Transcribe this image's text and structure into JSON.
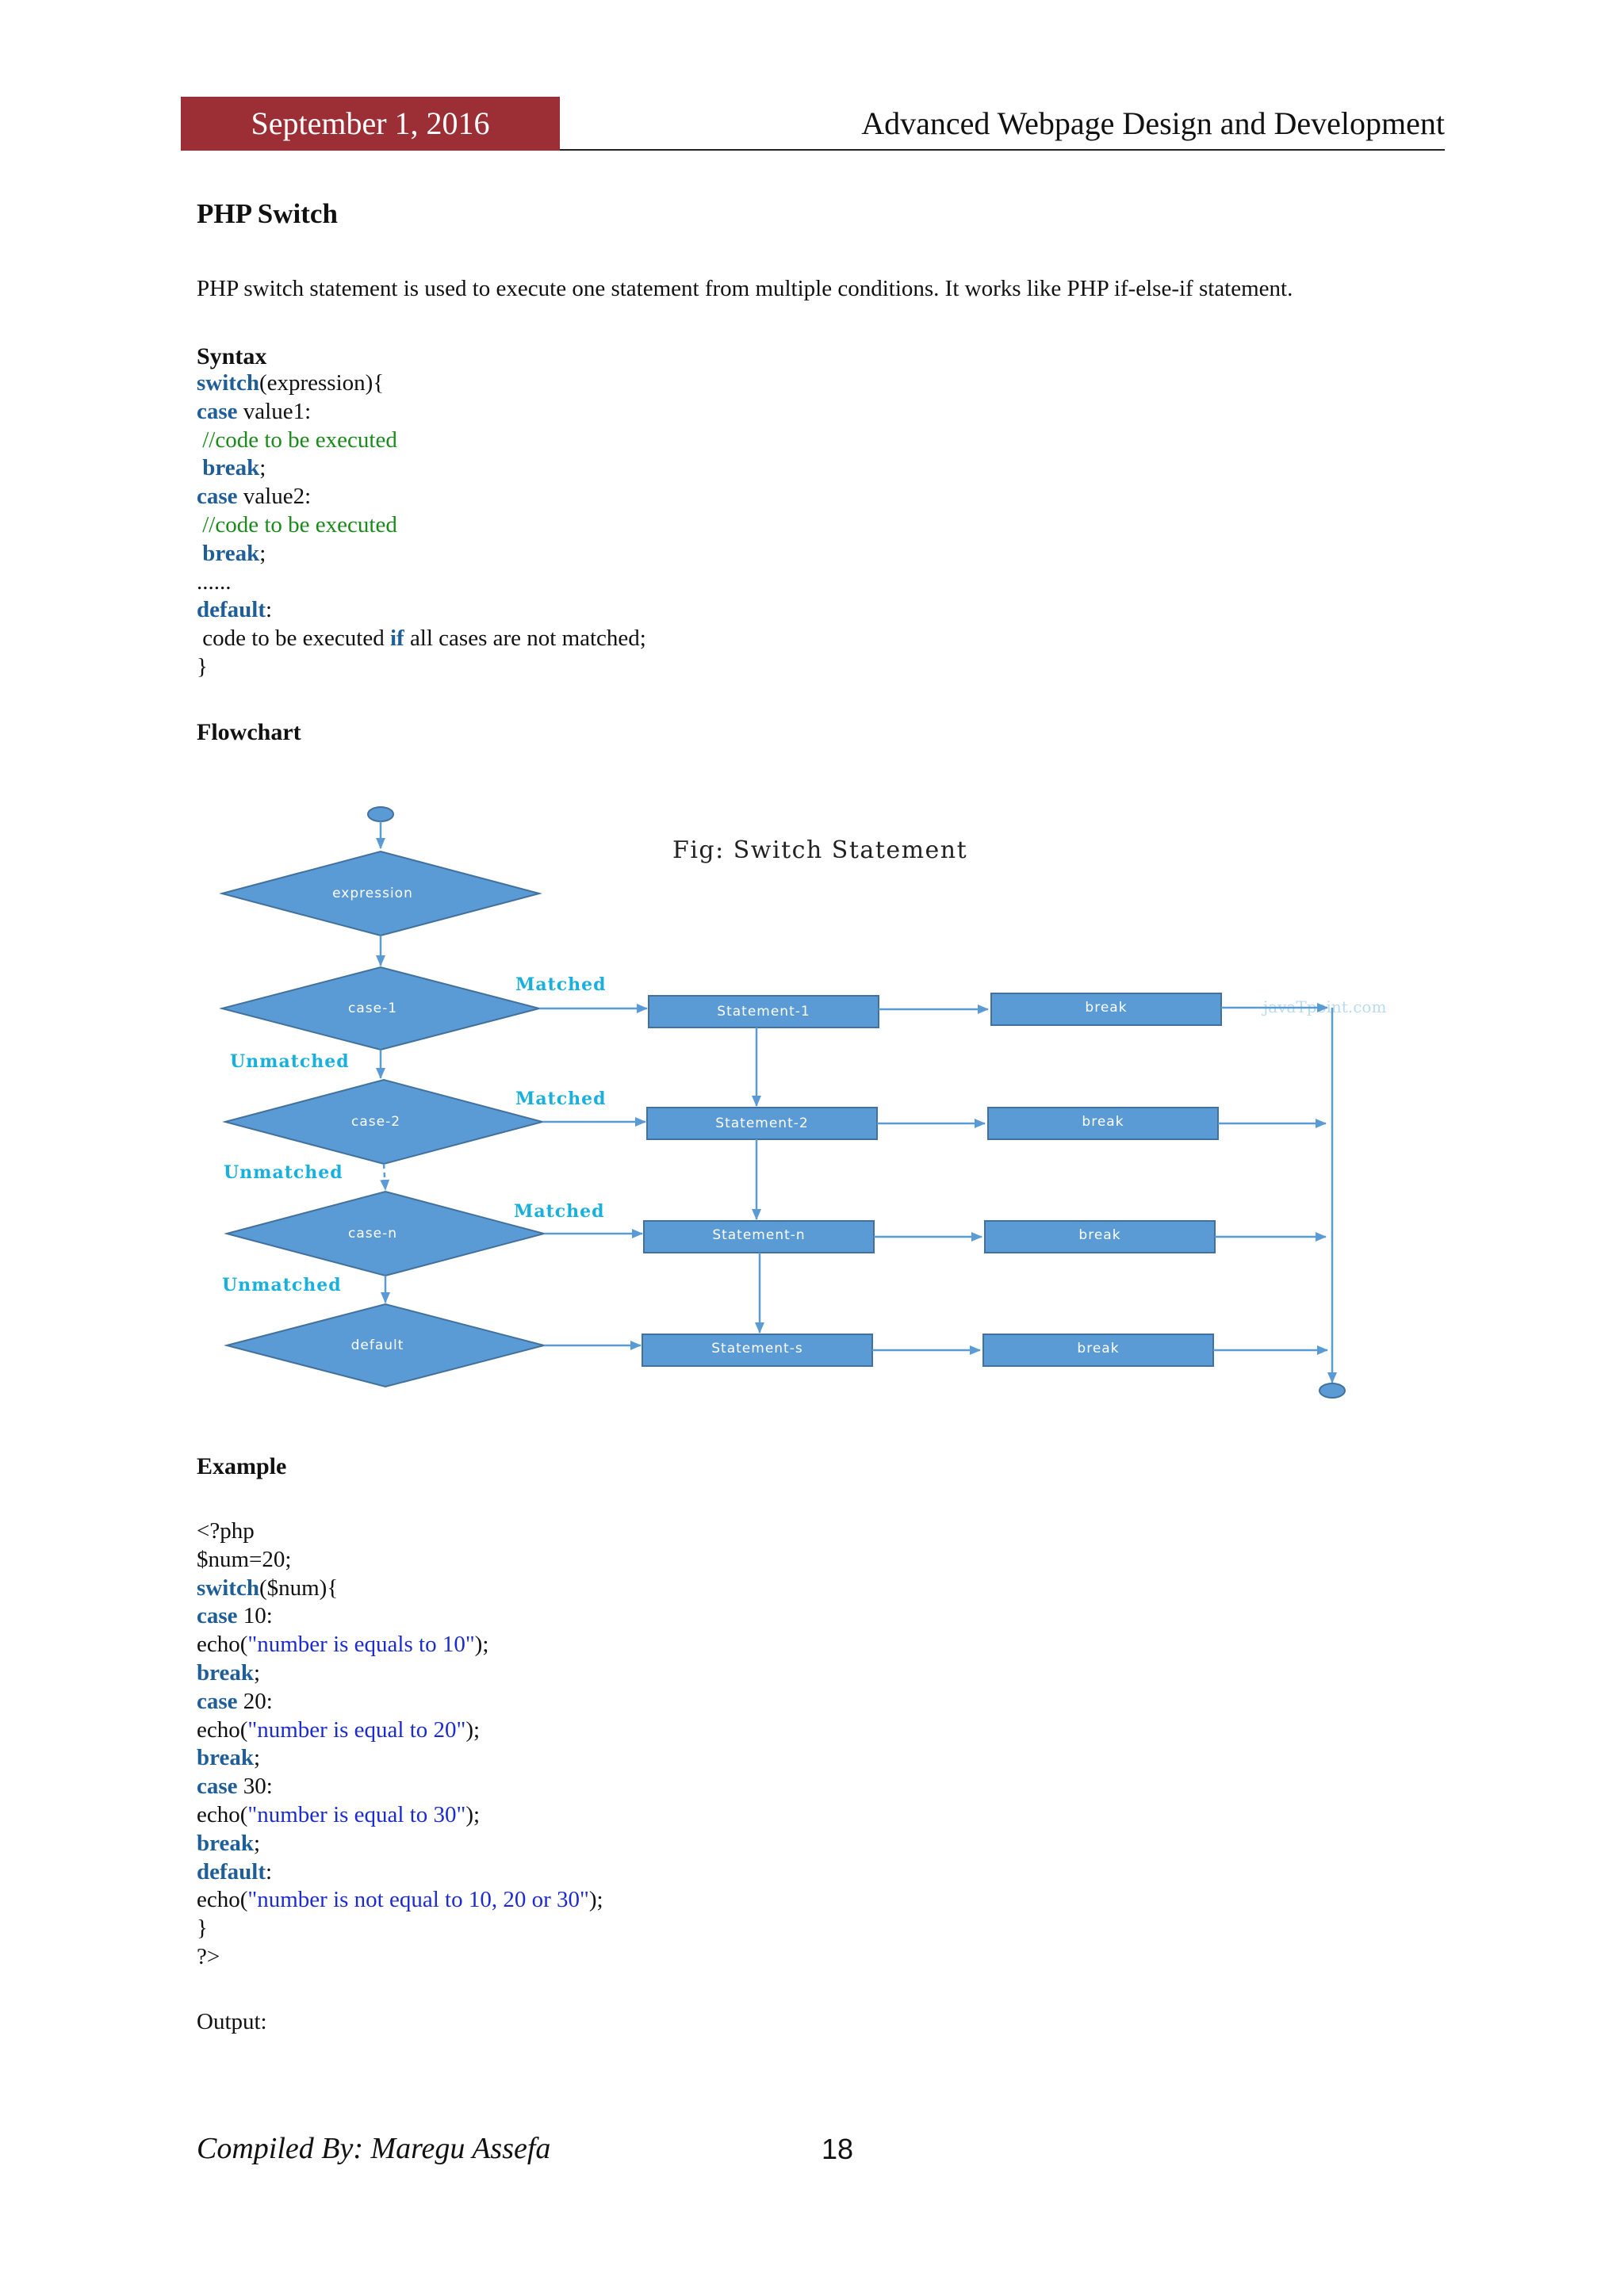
{
  "header": {
    "date": "September 1, 2016",
    "title": "Advanced Webpage Design and Development"
  },
  "section": {
    "title": "PHP Switch",
    "intro": "PHP switch statement is used to execute one statement from multiple conditions. It works like PHP if-else-if statement."
  },
  "syntax": {
    "label": "Syntax",
    "lines": [
      [
        {
          "t": "switch",
          "c": "kw"
        },
        {
          "t": "(expression){",
          "c": ""
        }
      ],
      [
        {
          "t": "case",
          "c": "kw"
        },
        {
          "t": " value1:",
          "c": ""
        }
      ],
      [
        {
          "t": " //code to be executed",
          "c": "cm"
        }
      ],
      [
        {
          "t": " ",
          "c": ""
        },
        {
          "t": "break",
          "c": "kw"
        },
        {
          "t": ";",
          "c": ""
        }
      ],
      [
        {
          "t": "case",
          "c": "kw"
        },
        {
          "t": " value2:",
          "c": ""
        }
      ],
      [
        {
          "t": " //code to be executed",
          "c": "cm"
        }
      ],
      [
        {
          "t": " ",
          "c": ""
        },
        {
          "t": "break",
          "c": "kw"
        },
        {
          "t": ";",
          "c": ""
        }
      ],
      [
        {
          "t": "......",
          "c": ""
        }
      ],
      [
        {
          "t": "default",
          "c": "kw"
        },
        {
          "t": ":",
          "c": ""
        }
      ],
      [
        {
          "t": " code to be executed ",
          "c": ""
        },
        {
          "t": "if",
          "c": "kw"
        },
        {
          "t": " all cases are not matched;",
          "c": ""
        }
      ],
      [
        {
          "t": "}",
          "c": ""
        }
      ]
    ]
  },
  "flowchart": {
    "label": "Flowchart",
    "fig_title": "Fig: Switch Statement",
    "watermark": "javaTpoint.com",
    "expression": "expression",
    "cases": [
      "case-1",
      "case-2",
      "case-n",
      "default"
    ],
    "statements": [
      "Statement-1",
      "Statement-2",
      "Statement-n",
      "Statement-s"
    ],
    "break_label": "break",
    "matched": "Matched",
    "unmatched": "Unmatched",
    "colors": {
      "node": "#5b9bd5",
      "border": "#41719c",
      "label": "#1ab0dd",
      "arrow": "#5b9bd5"
    }
  },
  "example": {
    "label": "Example",
    "lines": [
      [
        {
          "t": "<?php",
          "c": ""
        }
      ],
      [
        {
          "t": "$num=20;",
          "c": ""
        }
      ],
      [
        {
          "t": "switch",
          "c": "kw"
        },
        {
          "t": "($num){",
          "c": ""
        }
      ],
      [
        {
          "t": "case",
          "c": "kw"
        },
        {
          "t": " 10:",
          "c": ""
        }
      ],
      [
        {
          "t": "echo(",
          "c": ""
        },
        {
          "t": "\"number is equals to 10\"",
          "c": "str"
        },
        {
          "t": ");",
          "c": ""
        }
      ],
      [
        {
          "t": "break",
          "c": "kw"
        },
        {
          "t": ";",
          "c": ""
        }
      ],
      [
        {
          "t": "case",
          "c": "kw"
        },
        {
          "t": " 20:",
          "c": ""
        }
      ],
      [
        {
          "t": "echo(",
          "c": ""
        },
        {
          "t": "\"number is equal to 20\"",
          "c": "str"
        },
        {
          "t": ");",
          "c": ""
        }
      ],
      [
        {
          "t": "break",
          "c": "kw"
        },
        {
          "t": ";",
          "c": ""
        }
      ],
      [
        {
          "t": "case",
          "c": "kw"
        },
        {
          "t": " 30:",
          "c": ""
        }
      ],
      [
        {
          "t": "echo(",
          "c": ""
        },
        {
          "t": "\"number is equal to 30\"",
          "c": "str"
        },
        {
          "t": ");",
          "c": ""
        }
      ],
      [
        {
          "t": "break",
          "c": "kw"
        },
        {
          "t": ";",
          "c": ""
        }
      ],
      [
        {
          "t": "default",
          "c": "kw"
        },
        {
          "t": ":",
          "c": ""
        }
      ],
      [
        {
          "t": "echo(",
          "c": ""
        },
        {
          "t": "\"number is not equal to 10, 20 or 30\"",
          "c": "str"
        },
        {
          "t": ");",
          "c": ""
        }
      ],
      [
        {
          "t": "}",
          "c": ""
        }
      ],
      [
        {
          "t": "?>",
          "c": ""
        }
      ]
    ],
    "output_label": "Output:"
  },
  "footer": {
    "author": "Compiled By: Maregu Assefa",
    "page": "18"
  }
}
